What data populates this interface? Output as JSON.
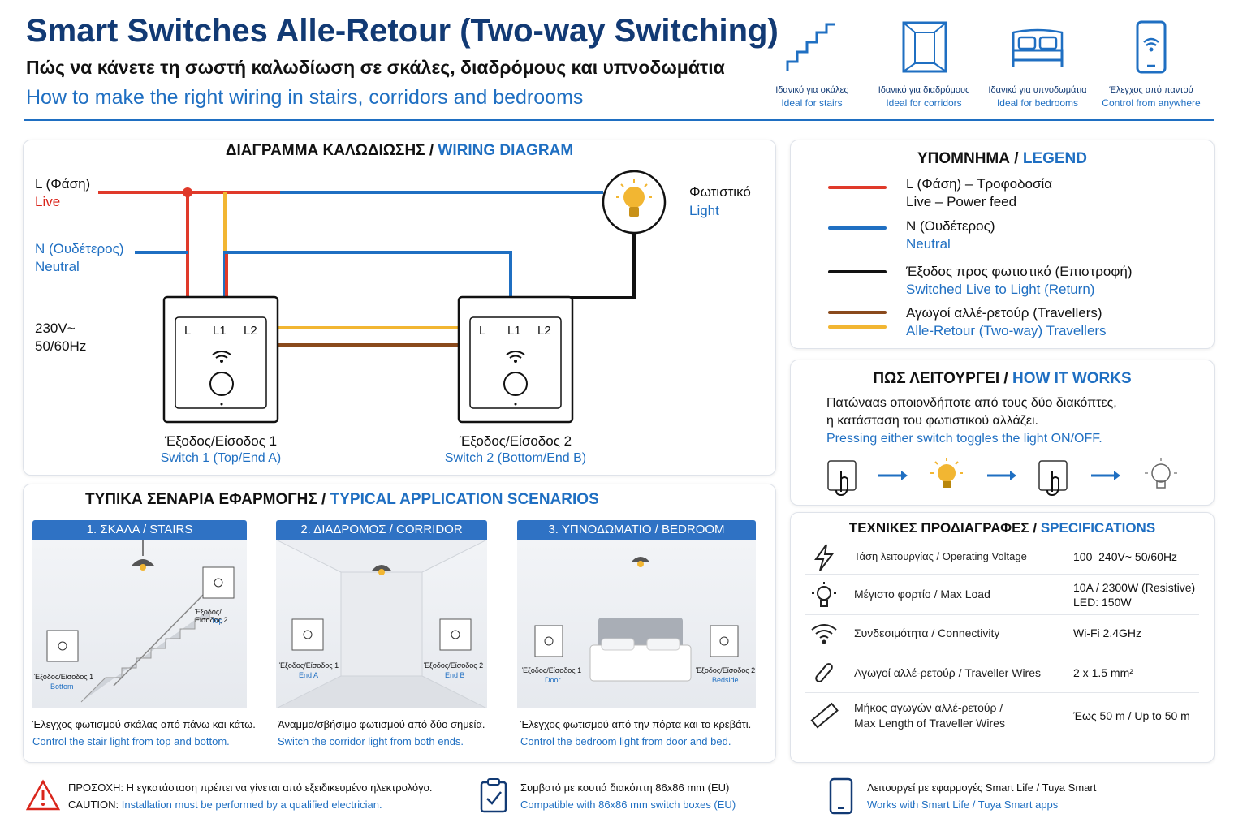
{
  "header": {
    "title": "Smart Switches Alle-Retour (Two-way Switching)",
    "subtitle_gr": "Πώς να κάνετε τη σωστή καλωδίωση σε σκάλες, διαδρόμους και υπνοδωμάτια",
    "subtitle_en": "How to make the right wiring in stairs, corridors and bedrooms"
  },
  "features": [
    {
      "icon": "stairs-icon",
      "gr": "Ιδανικό για σκάλες",
      "en": "Ideal for stairs"
    },
    {
      "icon": "corridor-icon",
      "gr": "Ιδανικό για διαδρόμους",
      "en": "Ideal for corridors"
    },
    {
      "icon": "bed-icon",
      "gr": "Ιδανικό για υπνοδωμάτια",
      "en": "Ideal for bedrooms"
    },
    {
      "icon": "phone-wifi-icon",
      "gr": "Έλεγχος από παντού",
      "en": "Control from anywhere"
    }
  ],
  "wiring": {
    "title_gr": "ΔΙΑΓΡΑΜΜΑ ΚΑΛΩΔΙΩΣΗΣ",
    "title_sep": " / ",
    "title_en": "WIRING DIAGRAM",
    "live_gr": "L (Φάση)",
    "live_en": "Live",
    "neutral_gr": "N (Ουδέτερος)",
    "neutral_en": "Neutral",
    "voltage_1": "230V~",
    "voltage_2": "50/60Hz",
    "light_gr": "Φωτιστικό",
    "light_en": "Light",
    "terminal_l": "L",
    "terminal_l1": "L1",
    "terminal_l2": "L2",
    "switch1_gr": "Έξοδος/Είσοδος 1",
    "switch1_en": "Switch 1 (Top/End A)",
    "switch2_gr": "Έξοδος/Είσοδος 2",
    "switch2_en": "Switch 2 (Bottom/End B)"
  },
  "legend": {
    "title_gr": "ΥΠΟΜΝΗΜΑ",
    "title_sep": " / ",
    "title_en": "LEGEND",
    "items": [
      {
        "color": "#e03a2a",
        "gr": "L (Φάση) – Τροφοδοσία",
        "en": "Live – Power feed"
      },
      {
        "color": "#1f6fc2",
        "gr": "N (Ουδέτερος)",
        "en": "Neutral"
      },
      {
        "color": "#111111",
        "gr": "Έξοδος προς φωτιστικό (Επιστροφή)",
        "en": "Switched Live to Light (Return)"
      },
      {
        "color": "#8a4a1c",
        "gr": "Αγωγοί αλλέ-ρετούρ (Travellers)",
        "en": "Alle-Retour (Two-way) Travellers"
      }
    ],
    "traveller_color_2": "#f2b632"
  },
  "how": {
    "title_gr": "ΠΩΣ ΛΕΙΤΟΥΡΓΕΙ",
    "title_sep": " / ",
    "title_en": "HOW IT WORKS",
    "line1": "Πατώνααs οποιονδήποτε από τους δύο διακόπτες,",
    "line2": "η κατάσταση του φωτιστικού αλλάζει.",
    "line3": "Pressing either switch toggles the light ON/OFF."
  },
  "scenarios": {
    "title_gr": "ΤΥΠΙΚΑ ΣΕΝΑΡΙΑ ΕΦΑΡΜΟΓΗΣ",
    "title_sep": " / ",
    "title_en": "TYPICAL APPLICATION SCENARIOS",
    "items": [
      {
        "header": "1. ΣΚΑΛΑ / STAIRS",
        "gr": "Έλεγχος φωτισμού σκάλας από πάνω και κάτω.",
        "en": "Control the stair light from top and bottom.",
        "lbl_a": "Έξοδος/Είσοδος 1",
        "lbl_a2": "Bottom",
        "lbl_b": "Έξοδος/Είσοδος 2",
        "lbl_b2": "Top"
      },
      {
        "header": "2. ΔΙΑΔΡΟΜΟΣ / CORRIDOR",
        "gr": "Άναμμα/σβήσιμο φωτισμού από δύο σημεία.",
        "en": "Switch the corridor light from both ends.",
        "lbl_a": "Έξοδος/Είσοδος 1",
        "lbl_a2": "End A",
        "lbl_b": "Έξοδος/Είσοδος 2",
        "lbl_b2": "End B"
      },
      {
        "header": "3. ΥΠΝΟΔΩΜΑΤΙΟ / BEDROOM",
        "gr": "Έλεγχος φωτισμού από την πόρτα και το κρεβάτι.",
        "en": "Control the bedroom light from door and bed.",
        "lbl_a": "Έξοδος/Είσοδος 1",
        "lbl_a2": "Door",
        "lbl_b": "Έξοδος/Είσοδος 2",
        "lbl_b2": "Bedside"
      }
    ]
  },
  "specs": {
    "title_gr": "ΤΕΧΝΙΚΕΣ ΠΡΟΔΙΑΓΡΑΦΕΣ",
    "title_sep": " / ",
    "title_en": "SPECIFICATIONS",
    "rows": [
      {
        "icon": "lightning-icon",
        "label": "Τάση λειτουργίας / Operating Voltage",
        "value": "100–240V~ 50/60Hz",
        "value2": ""
      },
      {
        "icon": "bulb-icon",
        "label": "Μέγιστο φορτίο / Max Load",
        "value": "10A / 2300W (Resistive)",
        "value2": "LED: 150W"
      },
      {
        "icon": "wifi-icon",
        "label": "Συνδεσιμότητα / Connectivity",
        "value": "Wi-Fi 2.4GHz",
        "value2": ""
      },
      {
        "icon": "wire-icon",
        "label": "Αγωγοί αλλέ-ρετούρ / Traveller Wires",
        "value": "2 x 1.5 mm²",
        "value2": ""
      },
      {
        "icon": "ruler-icon",
        "label": "Μήκος αγωγών αλλέ-ρετούρ /",
        "label2": "Max Length of Traveller Wires",
        "value": "Έως 50 m / Up to 50 m",
        "value2": ""
      }
    ]
  },
  "footer": {
    "warn_prefix": "ΠΡΟΣΟΧΗ:",
    "warn_gr": " Η εγκατάσταση πρέπει να γίνεται από εξειδικευμένο ηλεκτρολόγο.",
    "warn_en_prefix": "CAUTION:",
    "warn_en": " Installation must be performed by a qualified electrician.",
    "compat_gr": "Συμβατό με κουτιά διακόπτη 86x86 mm (EU)",
    "compat_en": "Compatible with 86x86 mm switch boxes (EU)",
    "app_gr": "Λειτουργεί με εφαρμογές Smart Life / Tuya Smart",
    "app_en": "Works with Smart Life / Tuya Smart apps"
  },
  "colors": {
    "live": "#e03a2a",
    "neutral": "#1f6fc2",
    "return": "#111111",
    "traveller_brown": "#8a4a1c",
    "traveller_yellow": "#f2b632",
    "navy": "#123a74",
    "accent_blue": "#1f6fc2"
  }
}
